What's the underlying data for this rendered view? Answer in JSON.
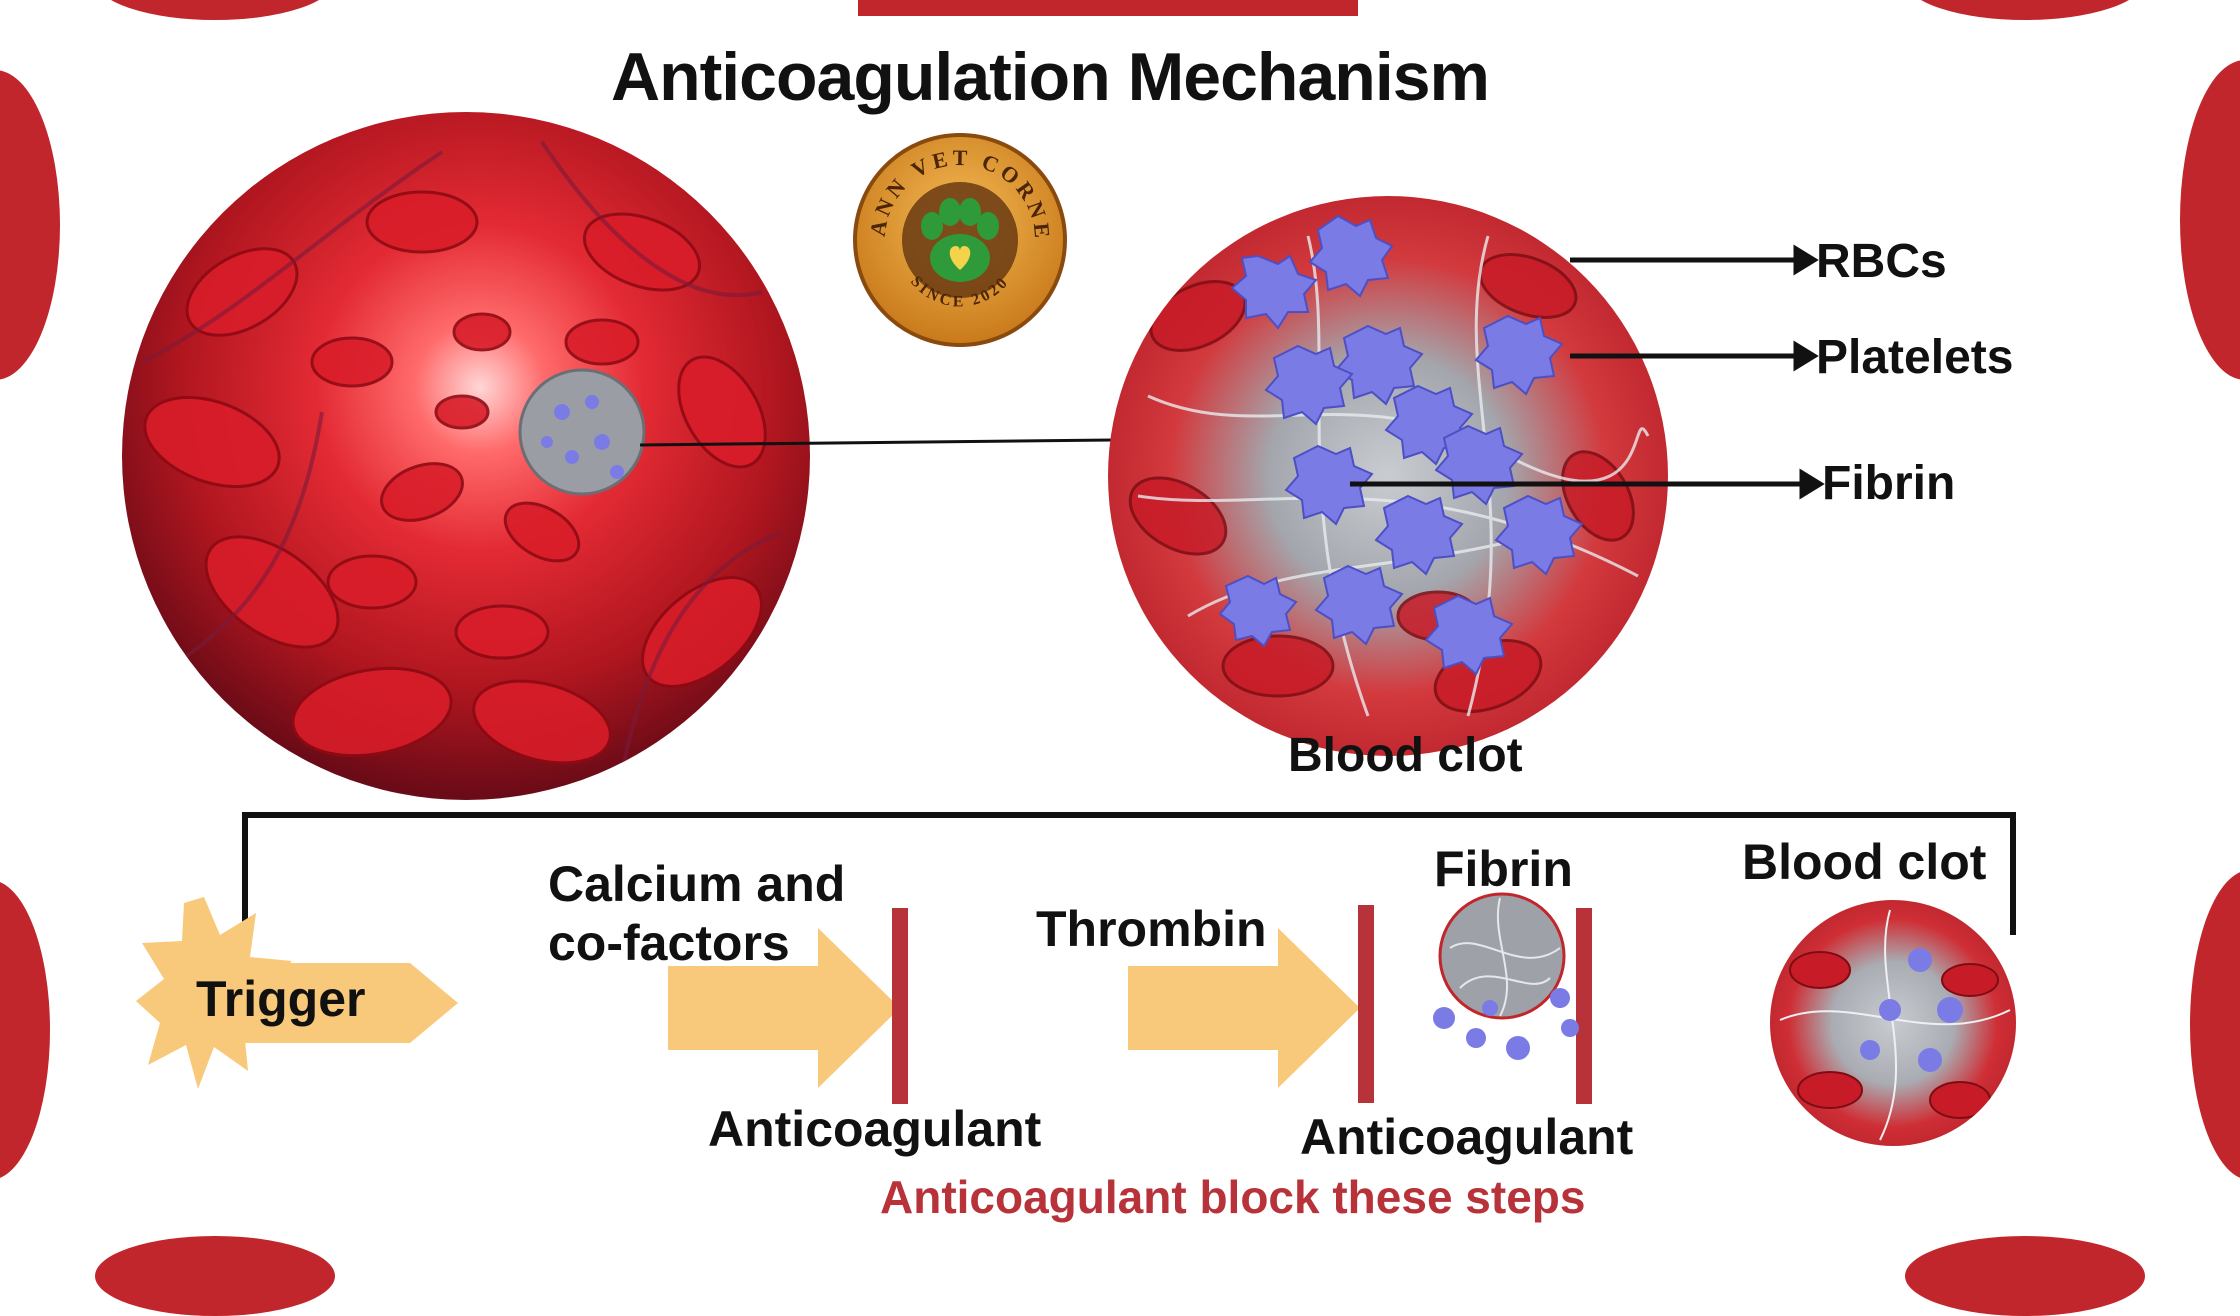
{
  "title": "Anticoagulation Mechanism",
  "logo": {
    "top_text": "MANN VET CORNER",
    "bottom_text": "SINCE 2020",
    "icon": "paw-heart-icon"
  },
  "clot_labels": {
    "rbcs": "RBCs",
    "platelets": "Platelets",
    "fibrin": "Fibrin",
    "caption": "Blood clot"
  },
  "pathway": {
    "trigger": "Trigger",
    "step1_line1": "Calcium and",
    "step1_line2": "co-factors",
    "step2": "Thrombin",
    "step3": "Fibrin",
    "step4": "Blood clot",
    "anticoagulant_1": "Anticoagulant",
    "anticoagulant_2": "Anticoagulant",
    "note": "Anticoagulant block these steps"
  },
  "colors": {
    "accent_red": "#c0262b",
    "arrow_fill": "#f8c97a",
    "block_bar": "#b8323a",
    "platelet": "#7b7be6"
  }
}
